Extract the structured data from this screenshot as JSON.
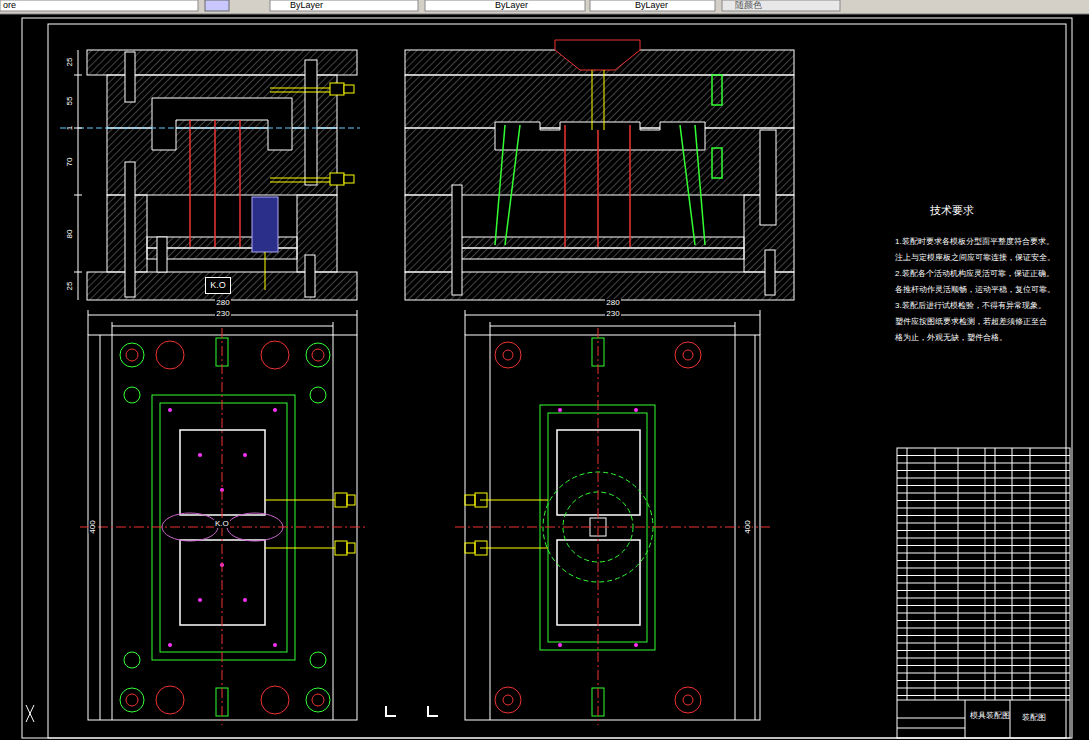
{
  "diagram": {
    "nodes": [
      {
        "text": [
          "K.O"
        ]
      }
    ],
    "labels": [
      "ore",
      "ByLayer",
      "ByLayer",
      "ByLayer",
      "随颜色",
      "25",
      "55",
      "1",
      "70",
      "80",
      "25",
      "280",
      "230",
      "400",
      "280",
      "230",
      "400",
      "技术要求",
      "1.装配时要求各模板分型面平整度符合要求。",
      "注上与定模座板之间应可靠连接，保证安全。",
      "2.装配各个活动机构应灵活可靠，保证正确。",
      "各推杆动作灵活顺畅，运动平稳，复位可靠。",
      "3.装配后进行试模检验，不得有异常现象。",
      "塑件应按图纸要求检测，若超差须修正至合",
      "格为止，外观无缺，塑件合格。",
      "K.O",
      "模具装配图",
      "装配图"
    ]
  }
}
